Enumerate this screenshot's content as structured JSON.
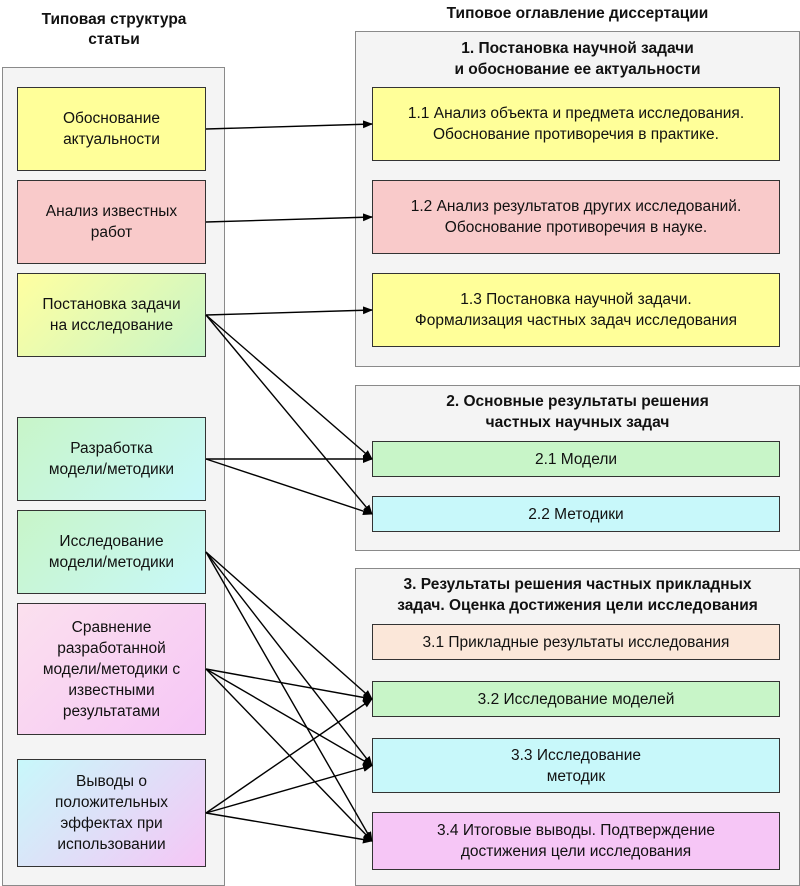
{
  "headings": {
    "left": "Типовая структура\nстатьи",
    "right": "Типовое оглавление диссертации"
  },
  "left_items": [
    {
      "id": "L1",
      "text": "Обоснование\nактуальности",
      "color": "#ffff99"
    },
    {
      "id": "L2",
      "text": "Анализ известных\nработ",
      "color": "#f9caca"
    },
    {
      "id": "L3",
      "text": "Постановка задачи\nна исследование",
      "gradient": [
        "#ffffa0",
        "#c8f5c8"
      ]
    },
    {
      "id": "L4",
      "text": "Разработка\nмодели/методики",
      "gradient": [
        "#c8f5c8",
        "#c8f8fa"
      ]
    },
    {
      "id": "L5",
      "text": "Исследование\nмодели/методики",
      "gradient": [
        "#c8f5c8",
        "#c8f8fa"
      ]
    },
    {
      "id": "L6",
      "text": "Сравнение\nразработанной\nмодели/методики с\nизвестными\nрезультатами",
      "gradient": [
        "#fbe0ee",
        "#f6c6f6"
      ]
    },
    {
      "id": "L7",
      "text": "Выводы о\nположительных\nэффектах при\nиспользовании",
      "gradient": [
        "#c8f8fa",
        "#f6c6f6"
      ]
    }
  ],
  "sections": [
    {
      "title": "1. Постановка научной задачи\nи обоснование ее актуальности",
      "items": [
        {
          "id": "R11",
          "text": "1.1 Анализ объекта и предмета исследования.\nОбоснование противоречия в практике.",
          "color": "#ffff99"
        },
        {
          "id": "R12",
          "text": "1.2 Анализ результатов других исследований.\nОбоснование противоречия в науке.",
          "color": "#f9caca"
        },
        {
          "id": "R13",
          "text": "1.3 Постановка научной задачи.\nФормализация частных задач исследования",
          "color": "#ffff99"
        }
      ]
    },
    {
      "title": "2. Основные результаты решения\nчастных научных задач",
      "items": [
        {
          "id": "R21",
          "text": "2.1 Модели",
          "color": "#c8f5c8"
        },
        {
          "id": "R22",
          "text": "2.2 Методики",
          "color": "#c8f8fa"
        }
      ]
    },
    {
      "title": "3. Результаты решения частных прикладных\nзадач. Оценка достижения цели исследования",
      "items": [
        {
          "id": "R31",
          "text": "3.1 Прикладные результаты исследования",
          "color": "#fbe7d9"
        },
        {
          "id": "R32",
          "text": "3.2 Исследование моделей",
          "color": "#c8f5c8"
        },
        {
          "id": "R33",
          "text": "3.3 Исследование\nметодик",
          "color": "#c8f8fa"
        },
        {
          "id": "R34",
          "text": "3.4 Итоговые выводы. Подтверждение\nдостижения цели исследования",
          "color": "#f6c6f6"
        }
      ]
    }
  ],
  "connections": [
    [
      "L1",
      "R11"
    ],
    [
      "L2",
      "R12"
    ],
    [
      "L3",
      "R13"
    ],
    [
      "L3",
      "R21"
    ],
    [
      "L3",
      "R22"
    ],
    [
      "L4",
      "R21"
    ],
    [
      "L4",
      "R22"
    ],
    [
      "L5",
      "R32"
    ],
    [
      "L5",
      "R33"
    ],
    [
      "L5",
      "R34"
    ],
    [
      "L6",
      "R32"
    ],
    [
      "L6",
      "R33"
    ],
    [
      "L6",
      "R34"
    ],
    [
      "L7",
      "R32"
    ],
    [
      "L7",
      "R33"
    ],
    [
      "L7",
      "R34"
    ]
  ]
}
